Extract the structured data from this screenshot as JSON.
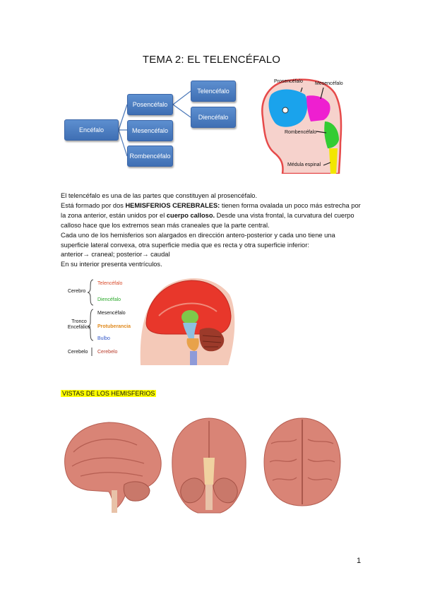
{
  "title": "TEMA 2: EL TELENCÉFALO",
  "tree": {
    "root": "Encéfalo",
    "posencefalo": "Posencéfalo",
    "mesencefalo": "Mesencéfalo",
    "rombencefalo": "Rombencéfalo",
    "telencefalo": "Telencéfalo",
    "diencefalo": "Diencéfalo"
  },
  "embryo": {
    "label_prosencefalo": "Prosencéfalo",
    "label_mesencefalo": "Mesencéfalo",
    "label_rombencefalo": "Rombencéfalo",
    "label_medula": "Médula espinal",
    "colors": {
      "prosencefalo": "#1aa3ec",
      "mesencefalo": "#ee1fd0",
      "rombencefalo": "#33cc33",
      "medula": "#f2e600",
      "skin": "#f6d2cc",
      "outline": "#e64a4a"
    }
  },
  "body": {
    "p1": "El telencéfalo es una de las partes que constituyen al prosencéfalo.",
    "p2a": "Está formado por dos ",
    "p2b": "HEMISFERIOS CEREBRALES:",
    "p2c": " tienen forma ovalada un poco más estrecha por la zona anterior, están unidos por el ",
    "p2d": "cuerpo calloso.",
    "p2e": " Desde una vista frontal, la curvatura del cuerpo calloso hace que los extremos sean más craneales que la parte central.",
    "p3": "Cada uno de los hemisferios son alargados en dirección antero-posterior y cada uno tiene una superficie lateral convexa, otra superficie media que es recta y otra superficie inferior:",
    "p4": "anterior→ craneal; posterior→ caudal",
    "p5": "En su interior presenta ventrículos."
  },
  "brain_labels": {
    "cerebro": "Cerebro",
    "telencefalo": "Telencéfalo",
    "diencefalo": "Diencéfalo",
    "tronco": "Tronco Encefálico",
    "mesencefalo": "Mesencéfalo",
    "protuberancia": "Protuberancia",
    "bulbo": "Bulbo",
    "cerebelo_group": "Cerebelo",
    "cerebelo": "Cerebelo"
  },
  "section_heading": "VISTAS DE LOS HEMISFERIOS",
  "page_number": "1"
}
